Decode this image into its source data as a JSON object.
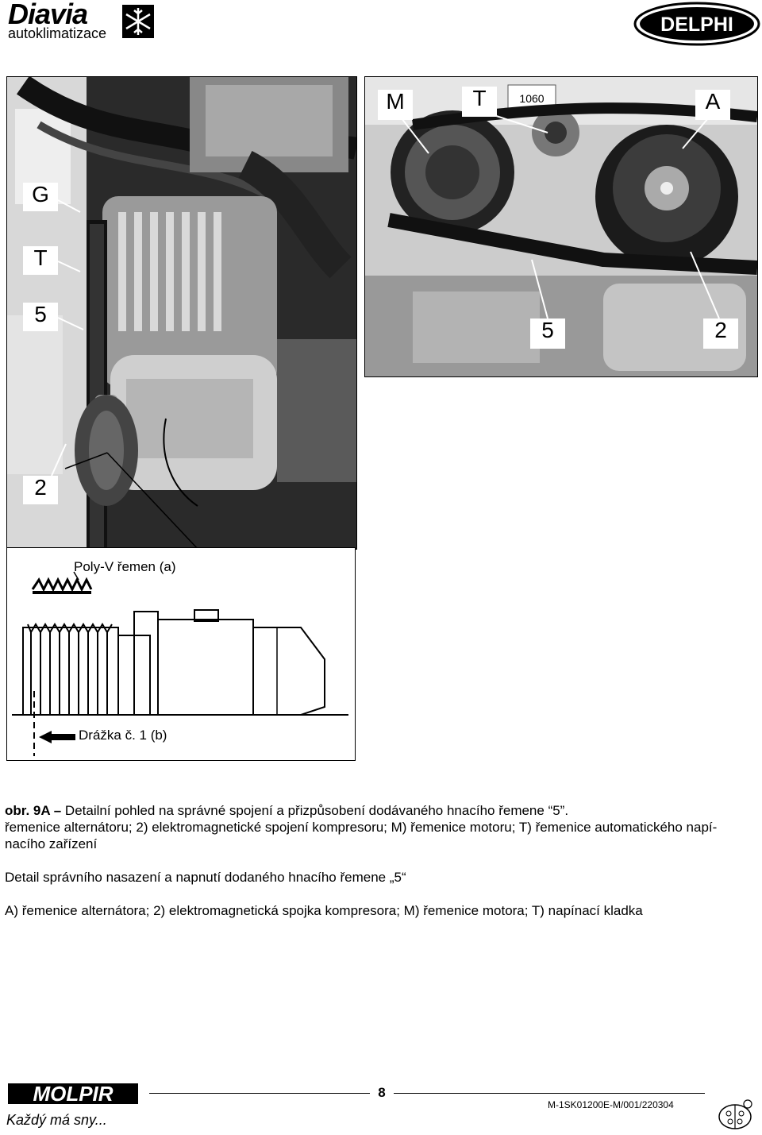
{
  "header": {
    "brand_name": "Diavia",
    "brand_sub": "autoklimatizace",
    "partner_logo": "DELPHI"
  },
  "photo_left": {
    "labels": {
      "g": "G",
      "t": "T",
      "five": "5",
      "two": "2"
    }
  },
  "photo_right": {
    "labels": {
      "m": "M",
      "t": "T",
      "a": "A",
      "five": "5",
      "two": "2"
    },
    "part_number": "1060"
  },
  "diagram": {
    "belt_label": "Poly-V řemen (a)",
    "groove_label": "Drážka č. 1 (b)"
  },
  "caption": {
    "fig_prefix": "obr. ",
    "fig_number": "9A –",
    "line1_rest": " Detailní pohled na správné spojení a přizpůsobení dodávaného hnacího řemene “5”.",
    "line2": "řemenice alternátoru; 2) elektromagnetické spojení kompresoru; M) řemenice motoru; T) řemenice automatického napí-",
    "line3": "nacího zařízení",
    "detail": "Detail správního nasazení a napnutí dodaného hnacího řemene „5“",
    "legend": "A) řemenice alternátora; 2) elektromagnetická spojka kompresora; M) řemenice motora; T) napínací kladka"
  },
  "footer": {
    "logo": "MOLPIR",
    "slogan": "Každý má sny...",
    "page_number": "8",
    "doc_code": "M-1SK01200E-M/001/220304"
  }
}
